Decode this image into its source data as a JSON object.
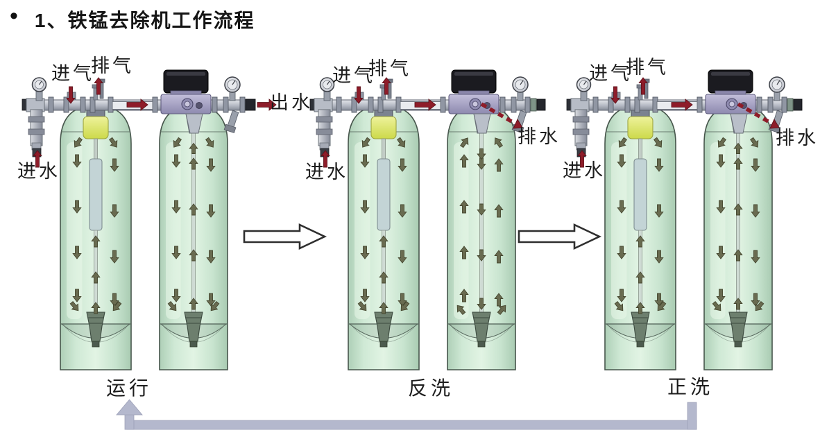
{
  "title": {
    "bullet": "•",
    "text": "1、铁锰去除机工作流程"
  },
  "stages": [
    {
      "caption": "运行",
      "labels": {
        "air_in": "进气",
        "air_out": "排气",
        "water_in": "进水",
        "water_out": "出水"
      },
      "flow": {
        "outlet": true,
        "drain": false,
        "tank1_side": "down",
        "tank1_center": "up",
        "tank2_side": "down",
        "tank2_center": "up"
      }
    },
    {
      "caption": "反洗",
      "labels": {
        "air_in": "进气",
        "air_out": "排气",
        "water_in": "进水",
        "drain": "排水"
      },
      "flow": {
        "outlet": false,
        "drain": true,
        "tank1_side": "down",
        "tank1_center": "up",
        "tank2_side": "up",
        "tank2_center": "down"
      }
    },
    {
      "caption": "正洗",
      "labels": {
        "air_in": "进气",
        "air_out": "排气",
        "water_in": "进水",
        "drain": "排水"
      },
      "flow": {
        "outlet": false,
        "drain": true,
        "tank1_side": "down",
        "tank1_center": "up",
        "tank2_side": "down",
        "tank2_center": "up"
      }
    }
  ],
  "colors": {
    "red_arrow": "#8e1c29",
    "internal_arrow": "#696b50",
    "tank_fill": "#cde8d3",
    "tank_stroke": "#46554b",
    "valve_purple": "#a8a4c6",
    "valve_black": "#1b1b20",
    "pipe_gray": "#b9bdc7",
    "return_arrow": "#b4b8cd"
  }
}
